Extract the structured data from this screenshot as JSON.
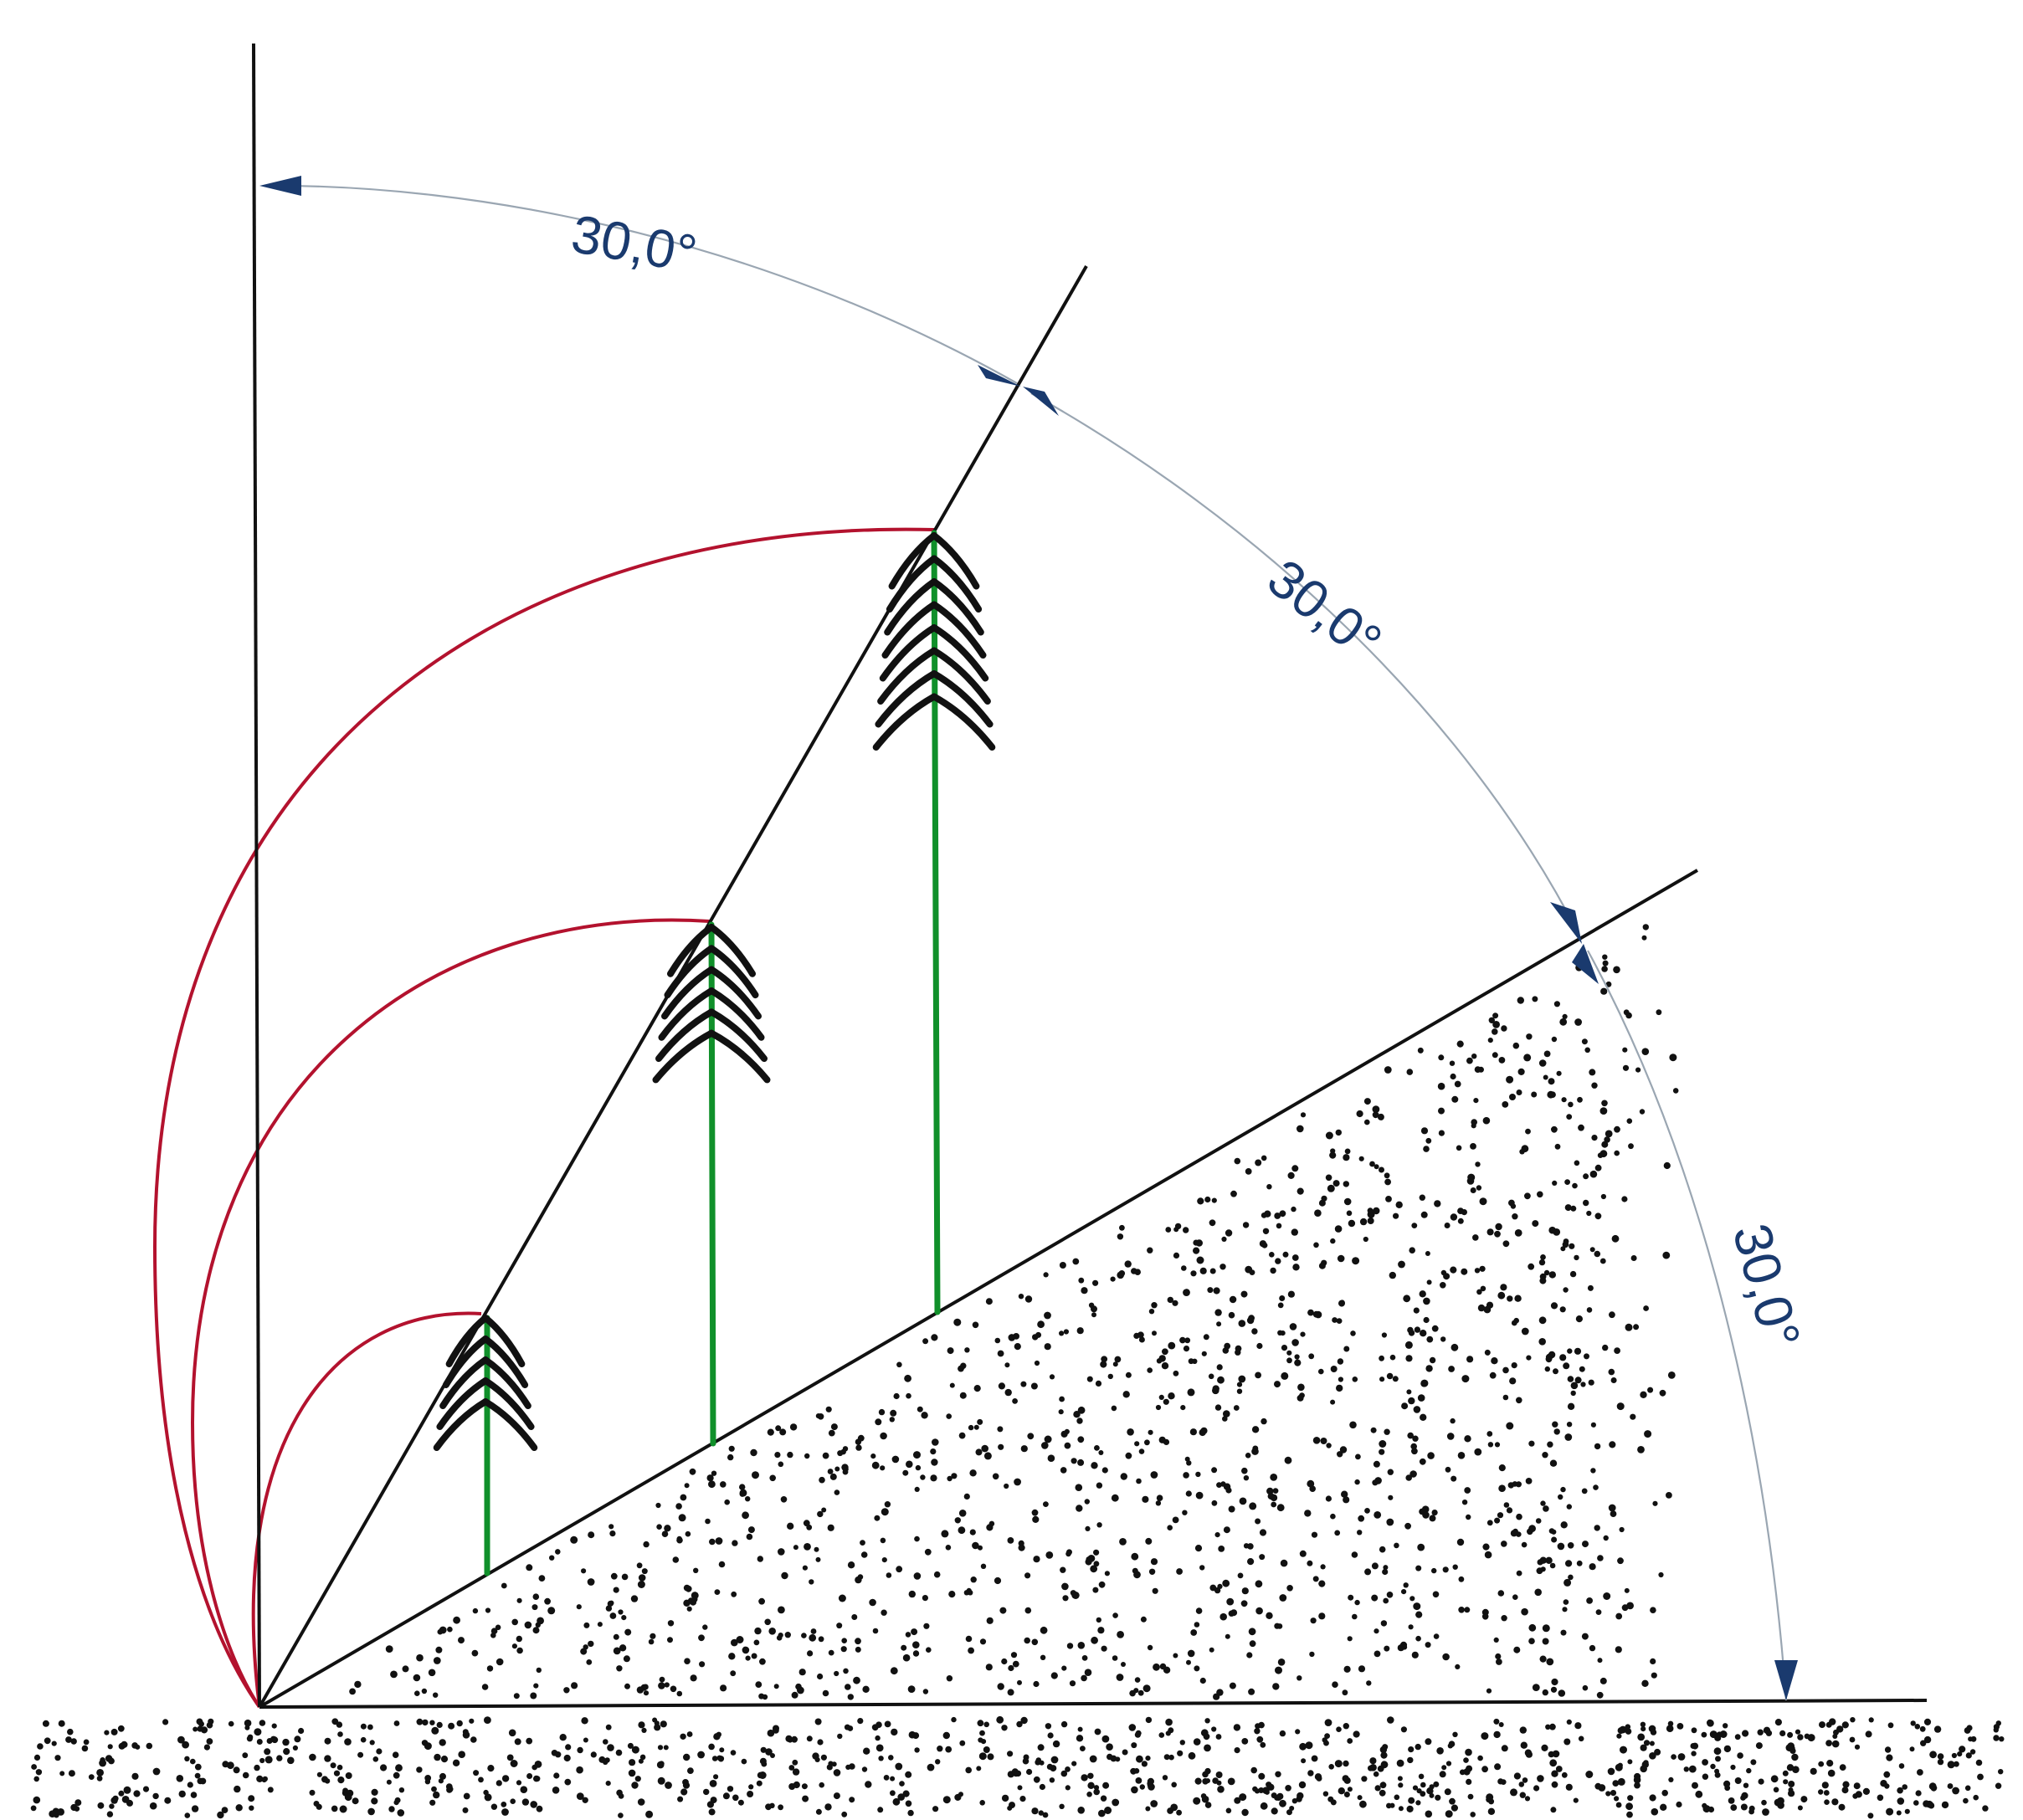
{
  "diagram": {
    "angle_labels": [
      {
        "text": "30,0°"
      },
      {
        "text": "30,0°"
      },
      {
        "text": "30,0°"
      }
    ],
    "colors": {
      "axis": "#111111",
      "dimension_arc": "#9aa6b2",
      "arrowhead": "#1a3a6e",
      "label": "#1a3a6e",
      "height_arc": "#b3122e",
      "trunk": "#10902a",
      "branches": "#111111",
      "ground_dots": "#111111"
    },
    "icons": [
      "tree-icon",
      "tree-icon",
      "tree-icon"
    ]
  }
}
